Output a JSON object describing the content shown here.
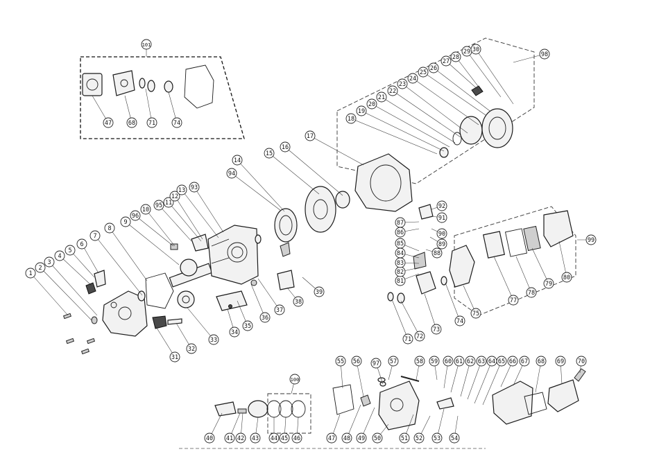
{
  "callouts": [
    {
      "id": "c1",
      "label": "1"
    },
    {
      "id": "c2",
      "label": "2"
    },
    {
      "id": "c3",
      "label": "3"
    },
    {
      "id": "c4",
      "label": "4"
    },
    {
      "id": "c5",
      "label": "5"
    },
    {
      "id": "c6",
      "label": "6"
    },
    {
      "id": "c7",
      "label": "7"
    },
    {
      "id": "c8",
      "label": "8"
    },
    {
      "id": "c9",
      "label": "9"
    },
    {
      "id": "c10",
      "label": "10"
    },
    {
      "id": "c11",
      "label": "11"
    },
    {
      "id": "c12",
      "label": "12"
    },
    {
      "id": "c13",
      "label": "13"
    },
    {
      "id": "c14",
      "label": "14"
    },
    {
      "id": "c15",
      "label": "15"
    },
    {
      "id": "c16",
      "label": "16"
    },
    {
      "id": "c17",
      "label": "17"
    },
    {
      "id": "c18",
      "label": "18"
    },
    {
      "id": "c19",
      "label": "19"
    },
    {
      "id": "c20",
      "label": "20"
    },
    {
      "id": "c21",
      "label": "21"
    },
    {
      "id": "c22",
      "label": "22"
    },
    {
      "id": "c23",
      "label": "23"
    },
    {
      "id": "c24",
      "label": "24"
    },
    {
      "id": "c25",
      "label": "25"
    },
    {
      "id": "c26",
      "label": "26"
    },
    {
      "id": "c27",
      "label": "27"
    },
    {
      "id": "c28",
      "label": "28"
    },
    {
      "id": "c29",
      "label": "29"
    },
    {
      "id": "c30",
      "label": "30"
    },
    {
      "id": "c31",
      "label": "31"
    },
    {
      "id": "c32",
      "label": "32"
    },
    {
      "id": "c33",
      "label": "33"
    },
    {
      "id": "c34",
      "label": "34"
    },
    {
      "id": "c35",
      "label": "35"
    },
    {
      "id": "c36",
      "label": "36"
    },
    {
      "id": "c37",
      "label": "37"
    },
    {
      "id": "c38",
      "label": "38"
    },
    {
      "id": "c39",
      "label": "39"
    },
    {
      "id": "c40",
      "label": "40"
    },
    {
      "id": "c41",
      "label": "41"
    },
    {
      "id": "c42",
      "label": "42"
    },
    {
      "id": "c43",
      "label": "43"
    },
    {
      "id": "c44",
      "label": "44"
    },
    {
      "id": "c45",
      "label": "45"
    },
    {
      "id": "c46",
      "label": "46"
    },
    {
      "id": "c47a",
      "label": "47"
    },
    {
      "id": "c47b",
      "label": "47"
    },
    {
      "id": "c48",
      "label": "48"
    },
    {
      "id": "c49",
      "label": "49"
    },
    {
      "id": "c50",
      "label": "50"
    },
    {
      "id": "c51",
      "label": "51"
    },
    {
      "id": "c52",
      "label": "52"
    },
    {
      "id": "c53",
      "label": "53"
    },
    {
      "id": "c54",
      "label": "54"
    },
    {
      "id": "c55",
      "label": "55"
    },
    {
      "id": "c56",
      "label": "56"
    },
    {
      "id": "c57",
      "label": "57"
    },
    {
      "id": "c58",
      "label": "58"
    },
    {
      "id": "c59",
      "label": "59"
    },
    {
      "id": "c60",
      "label": "60"
    },
    {
      "id": "c61",
      "label": "61"
    },
    {
      "id": "c62",
      "label": "62"
    },
    {
      "id": "c63",
      "label": "63"
    },
    {
      "id": "c64",
      "label": "64"
    },
    {
      "id": "c65",
      "label": "65"
    },
    {
      "id": "c66",
      "label": "66"
    },
    {
      "id": "c67",
      "label": "67"
    },
    {
      "id": "c68a",
      "label": "68"
    },
    {
      "id": "c68b",
      "label": "68"
    },
    {
      "id": "c69",
      "label": "69"
    },
    {
      "id": "c70",
      "label": "70"
    },
    {
      "id": "c71a",
      "label": "71"
    },
    {
      "id": "c71b",
      "label": "71"
    },
    {
      "id": "c72",
      "label": "72"
    },
    {
      "id": "c73",
      "label": "73"
    },
    {
      "id": "c74a",
      "label": "74"
    },
    {
      "id": "c74b",
      "label": "74"
    },
    {
      "id": "c75",
      "label": "75"
    },
    {
      "id": "c77",
      "label": "77"
    },
    {
      "id": "c78",
      "label": "78"
    },
    {
      "id": "c79",
      "label": "79"
    },
    {
      "id": "c80",
      "label": "80"
    },
    {
      "id": "c81",
      "label": "81"
    },
    {
      "id": "c82",
      "label": "82"
    },
    {
      "id": "c83",
      "label": "83"
    },
    {
      "id": "c84",
      "label": "84"
    },
    {
      "id": "c85",
      "label": "85"
    },
    {
      "id": "c86",
      "label": "86"
    },
    {
      "id": "c87",
      "label": "87"
    },
    {
      "id": "c88",
      "label": "88"
    },
    {
      "id": "c89",
      "label": "89"
    },
    {
      "id": "c90",
      "label": "90"
    },
    {
      "id": "c91",
      "label": "91"
    },
    {
      "id": "c92",
      "label": "92"
    },
    {
      "id": "c93",
      "label": "93"
    },
    {
      "id": "c94",
      "label": "94"
    },
    {
      "id": "c95",
      "label": "95"
    },
    {
      "id": "c96",
      "label": "96"
    },
    {
      "id": "c97",
      "label": "97"
    },
    {
      "id": "c98",
      "label": "98"
    },
    {
      "id": "c99",
      "label": "99"
    },
    {
      "id": "c100",
      "label": "100"
    },
    {
      "id": "c101",
      "label": "101"
    }
  ]
}
